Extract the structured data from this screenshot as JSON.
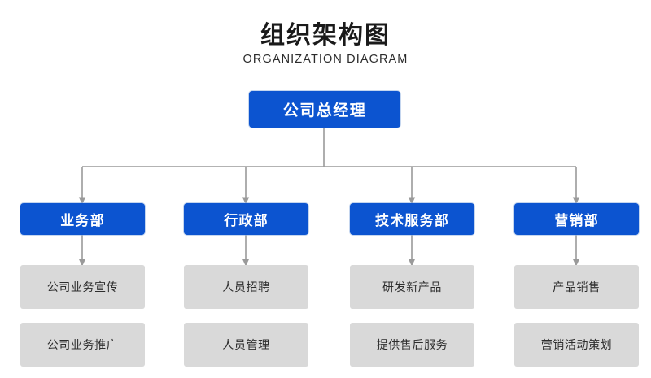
{
  "header": {
    "title": "组织架构图",
    "subtitle": "ORGANIZATION DIAGRAM"
  },
  "colors": {
    "node_blue": "#0c54d0",
    "node_gray": "#d9d9d9",
    "connector": "#9a9a9a",
    "background": "#ffffff",
    "blue_text": "#ffffff",
    "gray_text": "#2d2d2d"
  },
  "chart_data": {
    "type": "diagram",
    "diagram_kind": "organization-chart",
    "title": "组织架构图",
    "subtitle": "ORGANIZATION DIAGRAM",
    "orientation": "top-down",
    "levels": 3,
    "root": {
      "id": "root",
      "label": "公司总经理",
      "style": "blue"
    },
    "departments": [
      {
        "id": "dept-0",
        "label": "业务部",
        "style": "blue",
        "children": [
          {
            "id": "dept-0-task-0",
            "label": "公司业务宣传",
            "style": "gray"
          },
          {
            "id": "dept-0-task-1",
            "label": "公司业务推广",
            "style": "gray"
          }
        ]
      },
      {
        "id": "dept-1",
        "label": "行政部",
        "style": "blue",
        "children": [
          {
            "id": "dept-1-task-0",
            "label": "人员招聘",
            "style": "gray"
          },
          {
            "id": "dept-1-task-1",
            "label": "人员管理",
            "style": "gray"
          }
        ]
      },
      {
        "id": "dept-2",
        "label": "技术服务部",
        "style": "blue",
        "children": [
          {
            "id": "dept-2-task-0",
            "label": "研发新产品",
            "style": "gray"
          },
          {
            "id": "dept-2-task-1",
            "label": "提供售后服务",
            "style": "gray"
          }
        ]
      },
      {
        "id": "dept-3",
        "label": "营销部",
        "style": "blue",
        "children": [
          {
            "id": "dept-3-task-0",
            "label": "产品销售",
            "style": "gray"
          },
          {
            "id": "dept-3-task-1",
            "label": "营销活动策划",
            "style": "gray"
          }
        ]
      }
    ],
    "edges": [
      {
        "from": "root",
        "to": "dept-0",
        "arrow": true
      },
      {
        "from": "root",
        "to": "dept-1",
        "arrow": true
      },
      {
        "from": "root",
        "to": "dept-2",
        "arrow": true
      },
      {
        "from": "root",
        "to": "dept-3",
        "arrow": true
      },
      {
        "from": "dept-0",
        "to": "dept-0-task-0",
        "arrow": true
      },
      {
        "from": "dept-1",
        "to": "dept-1-task-0",
        "arrow": true
      },
      {
        "from": "dept-2",
        "to": "dept-2-task-0",
        "arrow": true
      },
      {
        "from": "dept-3",
        "to": "dept-3-task-0",
        "arrow": true
      }
    ]
  }
}
